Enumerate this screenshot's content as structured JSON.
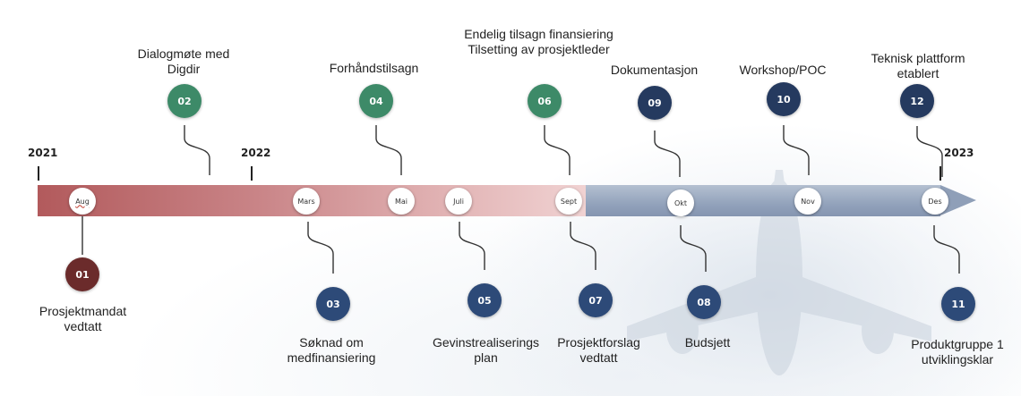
{
  "colors": {
    "done_dot": "#6b2b2b",
    "green_dot": "#3d8a68",
    "blue_dot": "#2d4a78",
    "navy_dot": "#253a5f"
  },
  "years": [
    "2021",
    "2022",
    "2023"
  ],
  "months": [
    "Aug",
    "Mars",
    "Mai",
    "Juli",
    "Sept",
    "Okt",
    "Nov",
    "Des"
  ],
  "milestones": [
    {
      "num": "01",
      "label": "Prosjektmandat\nvedtatt",
      "color": "done_dot"
    },
    {
      "num": "02",
      "label": "Dialogmøte med\nDigdir",
      "color": "green_dot"
    },
    {
      "num": "03",
      "label": "Søknad om\nmedfinansiering",
      "color": "blue_dot"
    },
    {
      "num": "04",
      "label": "Forhåndstilsagn",
      "color": "green_dot"
    },
    {
      "num": "05",
      "label": "Gevinstrealiserings\nplan",
      "color": "blue_dot"
    },
    {
      "num": "06",
      "label": "Endelig tilsagn finansiering\nTilsetting av prosjektleder",
      "color": "green_dot"
    },
    {
      "num": "07",
      "label": "Prosjektforslag\nvedtatt",
      "color": "blue_dot"
    },
    {
      "num": "08",
      "label": "Budsjett",
      "color": "blue_dot"
    },
    {
      "num": "09",
      "label": "Dokumentasjon",
      "color": "navy_dot"
    },
    {
      "num": "10",
      "label": "Workshop/POC",
      "color": "navy_dot"
    },
    {
      "num": "11",
      "label": "Produktgruppe 1\nutviklingsklar",
      "color": "blue_dot"
    },
    {
      "num": "12",
      "label": "Teknisk plattform\netablert",
      "color": "navy_dot"
    }
  ]
}
